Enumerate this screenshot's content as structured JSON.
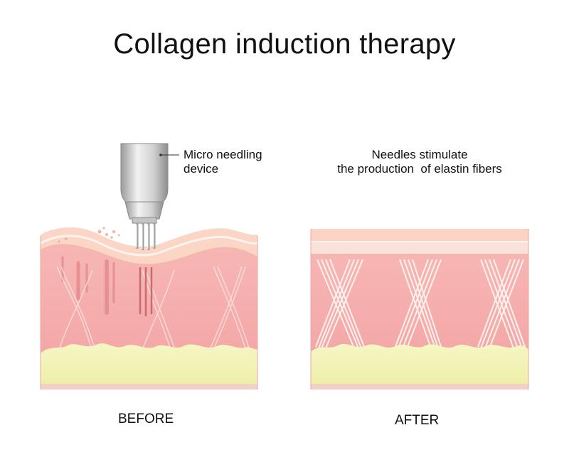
{
  "title": "Collagen induction therapy",
  "labels": {
    "device": [
      "Micro needling",
      "device"
    ],
    "needles": [
      "Needles stimulate",
      "the production  of elastin fibers"
    ]
  },
  "captions": {
    "before": "BEFORE",
    "after": "AFTER"
  },
  "colors": {
    "dermis": "#f5aeae",
    "epidermis": "#fbd9cc",
    "fat": "#f3f3b8",
    "fibers": "#fdf1ee",
    "device": "#d8d8d8"
  }
}
